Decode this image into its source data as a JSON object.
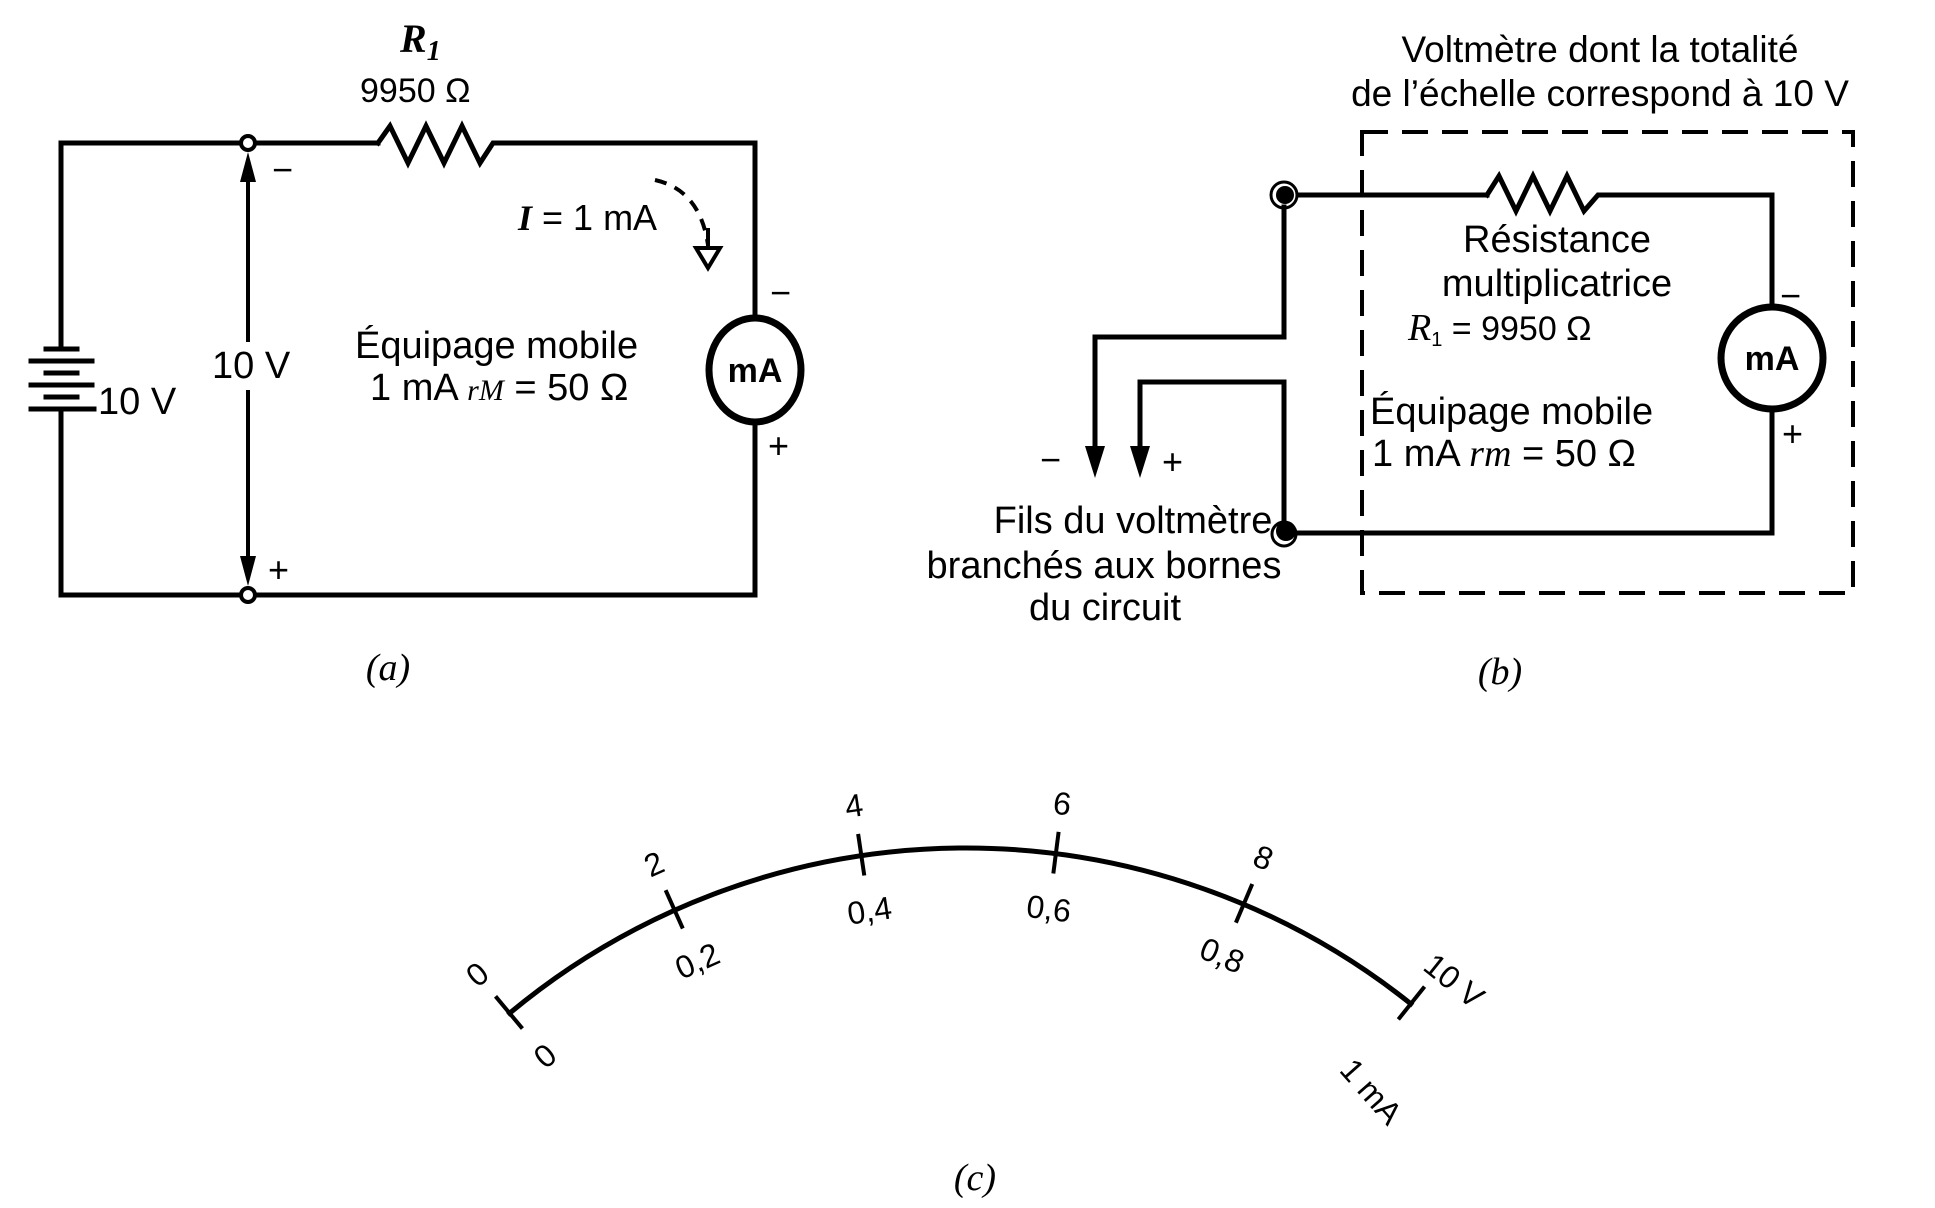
{
  "figure_a": {
    "caption": "(a)",
    "resistor_name": "R",
    "resistor_subscript": "1",
    "resistor_value": "9950 Ω",
    "battery_label": "10 V",
    "voltage_arrow_label": "10 V",
    "terminal_top_sign": "−",
    "terminal_bottom_sign": "+",
    "current_symbol": "I",
    "current_value": " = 1 mA",
    "movement_line1": "Équipage mobile",
    "movement_line2_prefix": "1 mA ",
    "movement_line2_var": "rM",
    "movement_line2_suffix": " = 50 Ω",
    "meter_label": "mA",
    "meter_minus": "−",
    "meter_plus": "+"
  },
  "figure_b": {
    "caption": "(b)",
    "title_line1": "Voltmètre dont la totalité",
    "title_line2": "de l’échelle correspond à 10 V",
    "multiplier_line1": "Résistance",
    "multiplier_line2": "multiplicatrice",
    "multiplier_var": "R",
    "multiplier_subscript": "1",
    "multiplier_value": " =   9950 Ω",
    "movement_line1": "Équipage mobile",
    "movement_line2_prefix": "1 mA ",
    "movement_line2_var": "rm",
    "movement_line2_suffix": " = 50 Ω",
    "meter_label": "mA",
    "meter_minus": "−",
    "meter_plus": "+",
    "lead_minus": "−",
    "lead_plus": "+",
    "leads_line1": "Fils du voltmètre",
    "leads_line2": "branchés aux bornes",
    "leads_line3": "du circuit"
  },
  "figure_c": {
    "caption": "(c)",
    "scale": {
      "ticks": [
        {
          "fraction": 0.0,
          "volt_label": "0",
          "ma_label": "0"
        },
        {
          "fraction": 0.2,
          "volt_label": "2",
          "ma_label": "0,2"
        },
        {
          "fraction": 0.4,
          "volt_label": "4",
          "ma_label": "0,4"
        },
        {
          "fraction": 0.6,
          "volt_label": "6",
          "ma_label": "0,6"
        },
        {
          "fraction": 0.8,
          "volt_label": "8",
          "ma_label": "0,8"
        },
        {
          "fraction": 1.0,
          "volt_label": "10 V",
          "ma_label": "1 mA"
        }
      ],
      "volt_full_scale": 10,
      "ma_full_scale": 1
    }
  }
}
